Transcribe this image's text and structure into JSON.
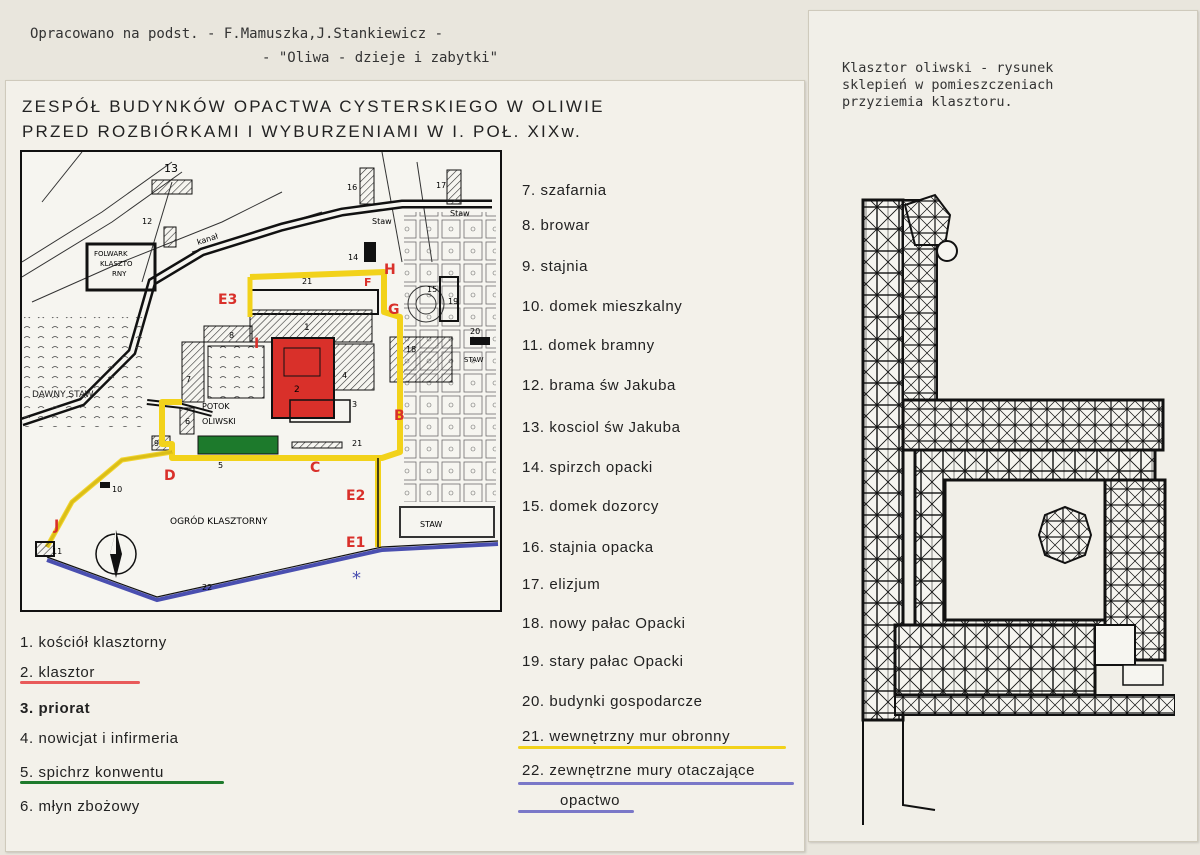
{
  "credit": {
    "line1": "Opracowano na podst. - F.Mamuszka,J.Stankiewicz -",
    "line2": "- \"Oliwa - dzieje i zabytki\""
  },
  "title": {
    "line1": "ZESPÓŁ BUDYNKÓW OPACTWA CYSTERSKIEGO W OLIWIE",
    "line2": "PRZED ROZBIÓRKAMI I WYBURZENIAMI W I. POŁ. XIXw."
  },
  "map": {
    "labels": {
      "folwark": [
        "FOLWARK",
        "KLASZTO",
        "RNY"
      ],
      "dawny_staw": "DAWNY STAW",
      "potok": [
        "POTOK",
        "OLIWSKI"
      ],
      "ogrod": "OGRÓD KLASZTORNY",
      "kanal": "kanał",
      "staw_top1": "Staw",
      "staw_top2": "Staw",
      "staw_right": "STAW",
      "staw_bottom": "STAW"
    },
    "numbers": {
      "n1": "1",
      "n2": "2",
      "n3": "3",
      "n4": "4",
      "n5": "5",
      "n6": "6",
      "n7": "7",
      "n8": "8",
      "n9": "9",
      "n10": "10",
      "n11": "11",
      "n12": "12",
      "n13": "13",
      "n14": "14",
      "n15": "15",
      "n16": "16",
      "n17": "17",
      "n18": "18",
      "n19": "19",
      "n20": "20",
      "n21a": "21",
      "n21b": "21",
      "n22": "22"
    },
    "red_letters": {
      "e3": "E3",
      "h": "H",
      "g": "G",
      "i": "I",
      "b": "B",
      "e2": "E2",
      "e1": "E1",
      "c": "C",
      "d": "D",
      "j": "J"
    },
    "blue_mark": "*",
    "colors": {
      "yellow": "#f2d21a",
      "red": "#d9302a",
      "blue": "#4a4fb0",
      "green": "#1d7a2c"
    }
  },
  "legend_left": [
    {
      "label": "1. kościół klasztorny",
      "underline": ""
    },
    {
      "label": "2. klasztor",
      "underline": "#e85a5a"
    },
    {
      "label": "3. priorat",
      "underline": ""
    },
    {
      "label": "4. nowicjat i infirmeria",
      "underline": ""
    },
    {
      "label": "5. spichrz konwentu",
      "underline": "#1d7a2c"
    },
    {
      "label": "6. młyn zbożowy",
      "underline": ""
    }
  ],
  "legend_mid": [
    {
      "label": "7. szafarnia",
      "underline": ""
    },
    {
      "label": "8. browar",
      "underline": ""
    },
    {
      "label": "9. stajnia",
      "underline": ""
    },
    {
      "label": "10. domek mieszkalny",
      "underline": ""
    },
    {
      "label": "11. domek bramny",
      "underline": ""
    },
    {
      "label": "12. brama św Jakuba",
      "underline": ""
    },
    {
      "label": "13. kosciol św Jakuba",
      "underline": ""
    },
    {
      "label": "14. spirzch opacki",
      "underline": ""
    },
    {
      "label": "15. domek dozorcy",
      "underline": ""
    },
    {
      "label": "16. stajnia opacka",
      "underline": ""
    },
    {
      "label": "17. elizjum",
      "underline": ""
    },
    {
      "label": "18. nowy pałac Opacki",
      "underline": ""
    },
    {
      "label": "19. stary pałac Opacki",
      "underline": ""
    },
    {
      "label": "20. budynki gospodarcze",
      "underline": ""
    },
    {
      "label": "21. wewnętrzny mur obronny",
      "underline": "#f2d21a"
    },
    {
      "label": "22. zewnętrzne mury otaczające",
      "underline": "#7a78c8"
    },
    {
      "label": "opactwo",
      "underline": "#7a78c8"
    }
  ],
  "right_caption": {
    "line1": "Klasztor oliwski - rysunek",
    "line2": "sklepień w pomieszczeniach",
    "line3": "przyziemia klasztoru."
  }
}
